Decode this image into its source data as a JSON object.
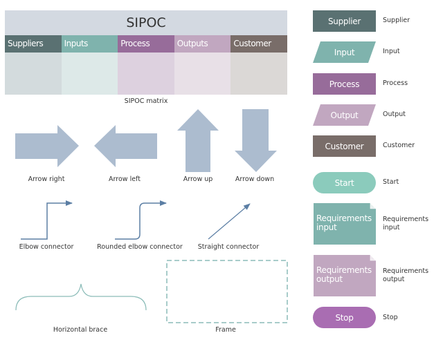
{
  "sipoc_matrix": {
    "title": "SIPOC",
    "caption": "SIPOC matrix",
    "columns": [
      {
        "label": "Suppliers",
        "header_color": "#5a7172",
        "body_color": "#d3dbdd"
      },
      {
        "label": "Inputs",
        "header_color": "#7fb3ad",
        "body_color": "#dde9e8"
      },
      {
        "label": "Process",
        "header_color": "#976c9a",
        "body_color": "#ddd1df"
      },
      {
        "label": "Outputs",
        "header_color": "#c1a7c0",
        "body_color": "#e8e0e7"
      },
      {
        "label": "Customer",
        "header_color": "#796d69",
        "body_color": "#dbd8d6"
      }
    ],
    "title_bg": "#d3d9e1"
  },
  "arrows": {
    "color": "#acbccf",
    "items": [
      {
        "label": "Arrow right"
      },
      {
        "label": "Arrow left"
      },
      {
        "label": "Arrow up"
      },
      {
        "label": "Arrow down"
      }
    ]
  },
  "connectors": {
    "color": "#5b7ea4",
    "items": [
      {
        "label": "Elbow connector"
      },
      {
        "label": "Rounded elbow connector"
      },
      {
        "label": "Straight connector"
      }
    ]
  },
  "brace": {
    "label": "Horizontal brace",
    "color": "#8bbcb8"
  },
  "frame": {
    "label": "Frame",
    "color": "#8bbcb8"
  },
  "palette": [
    {
      "shape": "rectangle",
      "text": "Supplier",
      "label": "Supplier",
      "color": "#5a7172"
    },
    {
      "shape": "parallelogram",
      "text": "Input",
      "label": "Input",
      "color": "#7fb3ad"
    },
    {
      "shape": "rectangle",
      "text": "Process",
      "label": "Process",
      "color": "#976c9a"
    },
    {
      "shape": "parallelogram",
      "text": "Output",
      "label": "Output",
      "color": "#c1a7c0"
    },
    {
      "shape": "rectangle",
      "text": "Customer",
      "label": "Customer",
      "color": "#796d69"
    },
    {
      "shape": "terminator",
      "text": "Start",
      "label": "Start",
      "color": "#8bcbbc"
    },
    {
      "shape": "document",
      "text": "Requirements\ninput",
      "label": "Requirements\ninput",
      "color": "#7fb3ad"
    },
    {
      "shape": "document",
      "text": "Requirements\noutput",
      "label": "Requirements\noutput",
      "color": "#c1a7c0"
    },
    {
      "shape": "terminator",
      "text": "Stop",
      "label": "Stop",
      "color": "#a96db2"
    }
  ]
}
